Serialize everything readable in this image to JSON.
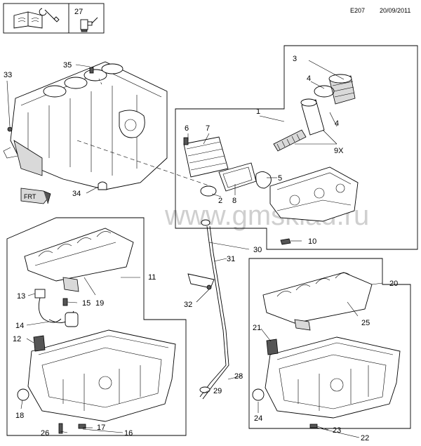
{
  "header": {
    "ref_code": "E207",
    "date": "20/09/2011",
    "info_box_number": "27"
  },
  "watermark": "www.gmsklad.ru",
  "front_label": "FRT",
  "callouts": {
    "c1": "1",
    "c2": "2",
    "c3": "3",
    "c4a": "4",
    "c4b": "4",
    "c5": "5",
    "c6": "6",
    "c7": "7",
    "c8": "8",
    "c9x": "9X",
    "c10": "10",
    "c11": "11",
    "c12": "12",
    "c13": "13",
    "c14": "14",
    "c15": "15",
    "c16": "16",
    "c17": "17",
    "c18": "18",
    "c19": "19",
    "c20": "20",
    "c21": "21",
    "c22": "22",
    "c23": "23",
    "c24": "24",
    "c25": "25",
    "c26": "26",
    "c28": "28",
    "c29": "29",
    "c30": "30",
    "c31": "31",
    "c32": "32",
    "c33": "33",
    "c34": "34",
    "c35": "35"
  }
}
